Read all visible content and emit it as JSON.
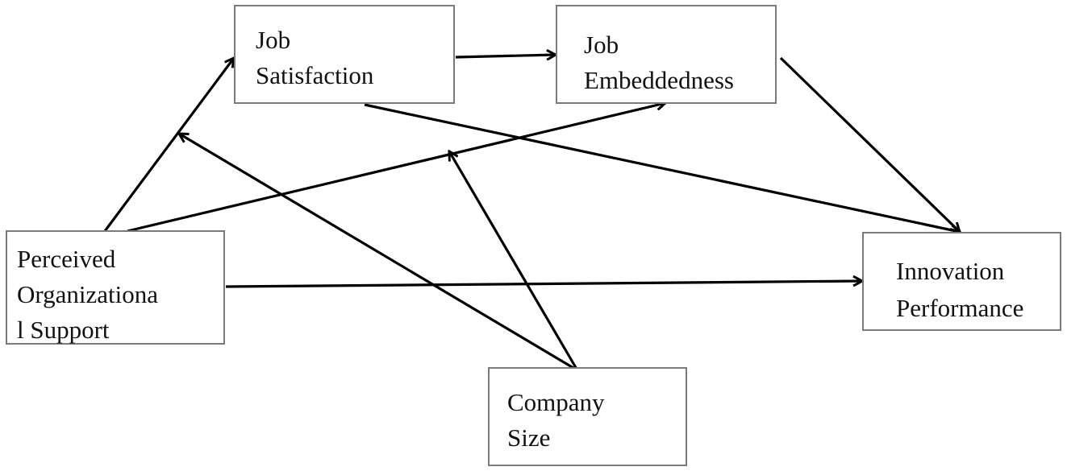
{
  "nodes": {
    "pos": {
      "lines": [
        "Perceived",
        "Organizationa",
        "l Support"
      ]
    },
    "job_satisfaction": {
      "lines": [
        "Job",
        "Satisfaction"
      ]
    },
    "job_embeddedness": {
      "lines": [
        "Job",
        "Embeddedness"
      ]
    },
    "innovation_performance": {
      "lines": [
        "Innovation",
        "Performance"
      ]
    },
    "company_size": {
      "lines": [
        "Company",
        "Size"
      ]
    }
  },
  "edges": [
    {
      "from": "Perceived Organizational Support",
      "to": "Job Satisfaction"
    },
    {
      "from": "Perceived Organizational Support",
      "to": "Job Embeddedness"
    },
    {
      "from": "Perceived Organizational Support",
      "to": "Innovation Performance"
    },
    {
      "from": "Job Satisfaction",
      "to": "Job Embeddedness"
    },
    {
      "from": "Job Satisfaction",
      "to": "Innovation Performance"
    },
    {
      "from": "Job Embeddedness",
      "to": "Innovation Performance"
    },
    {
      "from": "Company Size",
      "to": "Perceived Organizational Support → Job Satisfaction"
    },
    {
      "from": "Company Size",
      "to": "Perceived Organizational Support → Job Embeddedness"
    }
  ],
  "colors": {
    "line": "#000000",
    "border": "#7a7a7a",
    "background": "#ffffff",
    "text": "#111111"
  }
}
